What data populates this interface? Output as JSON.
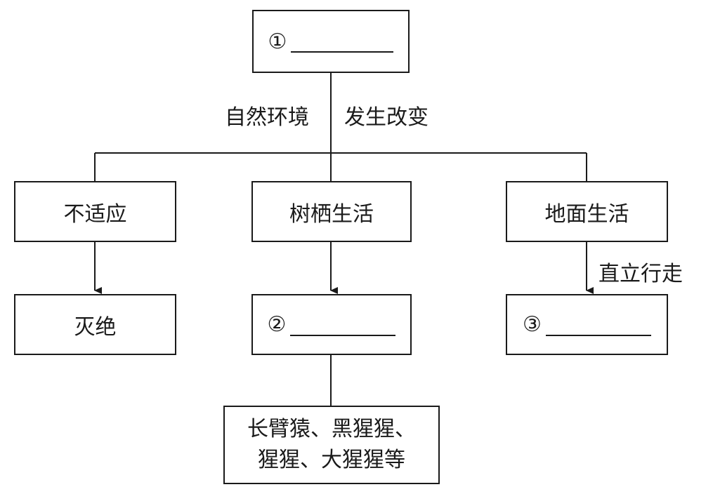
{
  "top_box": {
    "number": "①"
  },
  "trunk_labels": {
    "left": "自然环境",
    "right": "发生改变"
  },
  "branches": {
    "left": {
      "label": "不适应"
    },
    "middle": {
      "label": "树栖生活"
    },
    "right": {
      "label": "地面生活"
    }
  },
  "results": {
    "left": {
      "label": "灭绝"
    },
    "middle": {
      "number": "②"
    },
    "right": {
      "number": "③"
    }
  },
  "right_arrow_label": "直立行走",
  "examples": {
    "line1": "长臂猿、黑猩猩、",
    "line2": "猩猩、大猩猩等"
  }
}
